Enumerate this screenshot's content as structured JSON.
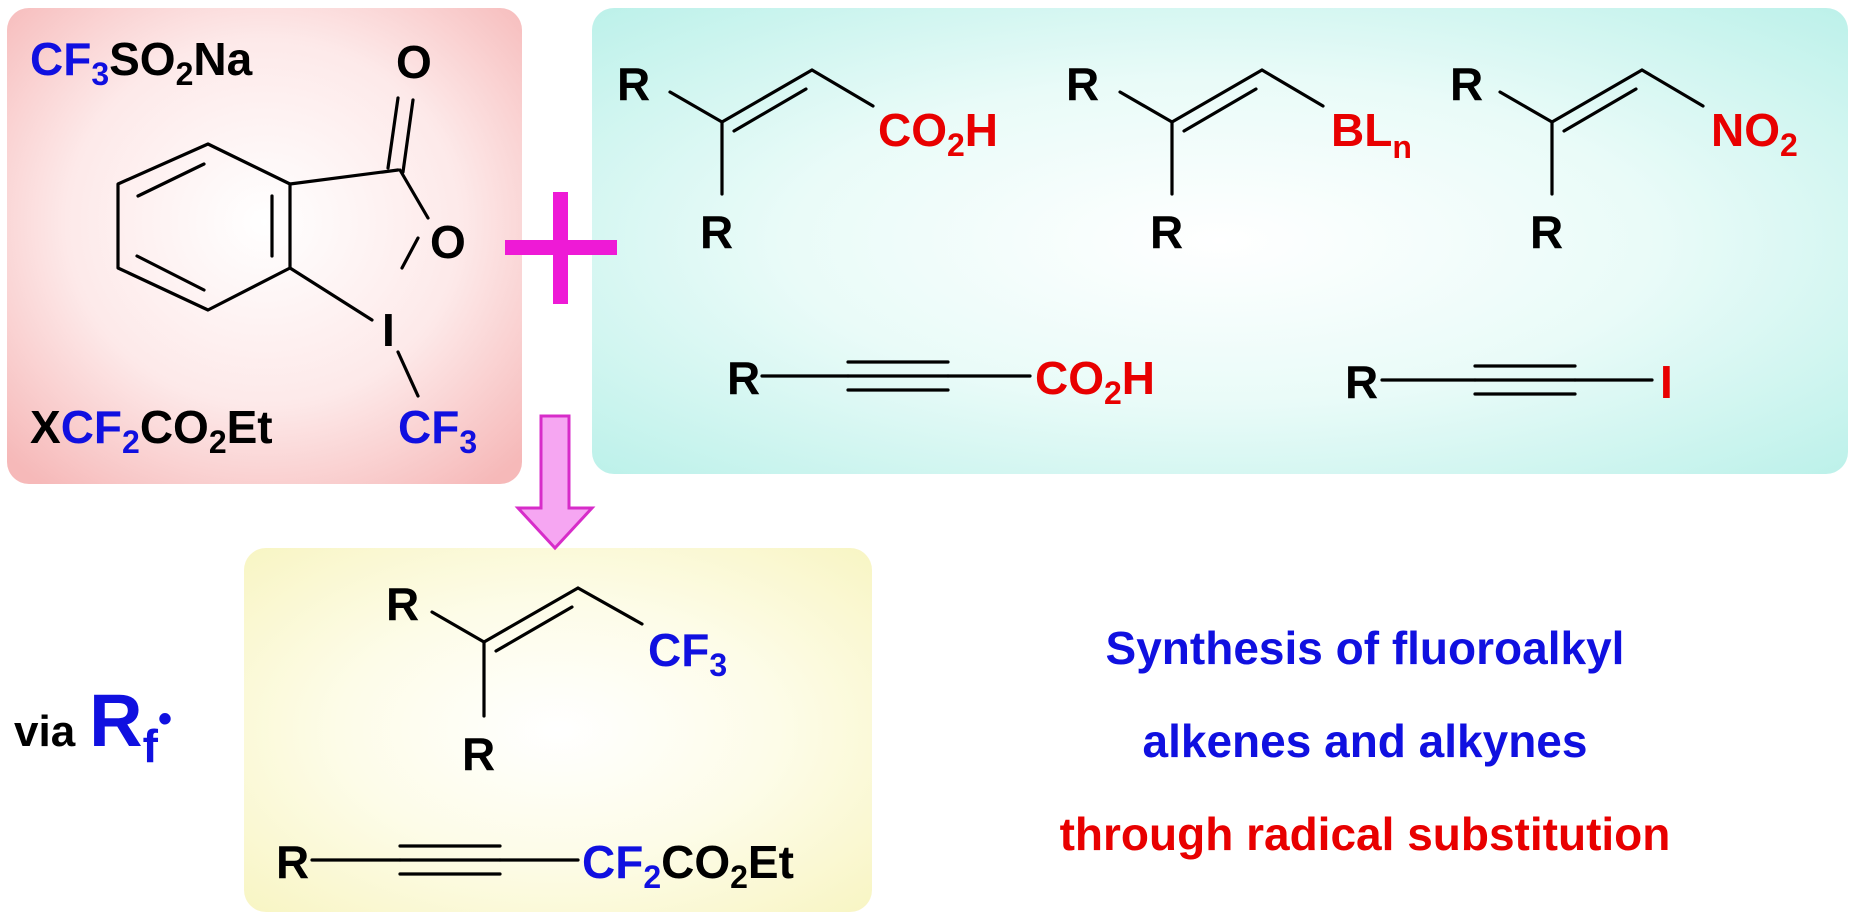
{
  "colors": {
    "text_black": "#000000",
    "blue": "#1010e0",
    "red": "#e80000",
    "magenta": "#ee1ad6",
    "reagent_box": "#f6b9b9",
    "substrate_box": "#bdf1ea",
    "product_box": "#f8f5c4",
    "arrow_fill": "#f6a6f2",
    "arrow_stroke": "#d72cc9"
  },
  "reagents": {
    "langlois": {
      "cf3_main": "CF",
      "cf3_sub": "3",
      "so2_main": "SO",
      "so2_sub": "2",
      "na": "Na"
    },
    "togni_o_carbonyl": "O",
    "togni_o_ring": "O",
    "togni_i": "I",
    "togni_cf3_main": "CF",
    "togni_cf3_sub": "3",
    "halodifluoro": {
      "x": "X",
      "cf2_main": "CF",
      "cf2_sub": "2",
      "co2_main": "CO",
      "co2_sub": "2",
      "et": "Et"
    }
  },
  "substrates": {
    "r": "R",
    "acrylic_acid_group": {
      "main": "CO",
      "sub": "2",
      "tail": "H"
    },
    "vinyl_boron_group": {
      "main": "BL",
      "sub": "n"
    },
    "nitroalkene_group": {
      "main": "NO",
      "sub": "2"
    },
    "alkynyl_acid_group": {
      "main": "CO",
      "sub": "2",
      "tail": "H"
    },
    "alkynyl_iodide_group": "I"
  },
  "products": {
    "r": "R",
    "alkene_group": {
      "main": "CF",
      "sub": "3"
    },
    "alkyne_group": {
      "cf2_main": "CF",
      "cf2_sub": "2",
      "co2_main": "CO",
      "co2_sub": "2",
      "et": "Et"
    }
  },
  "via": {
    "word": "via",
    "rf_main": "R",
    "rf_sub": "f",
    "dot": "•"
  },
  "caption": {
    "line1": "Synthesis of fluoroalkyl",
    "line2": "alkenes and alkynes",
    "line3": "through radical substitution"
  }
}
